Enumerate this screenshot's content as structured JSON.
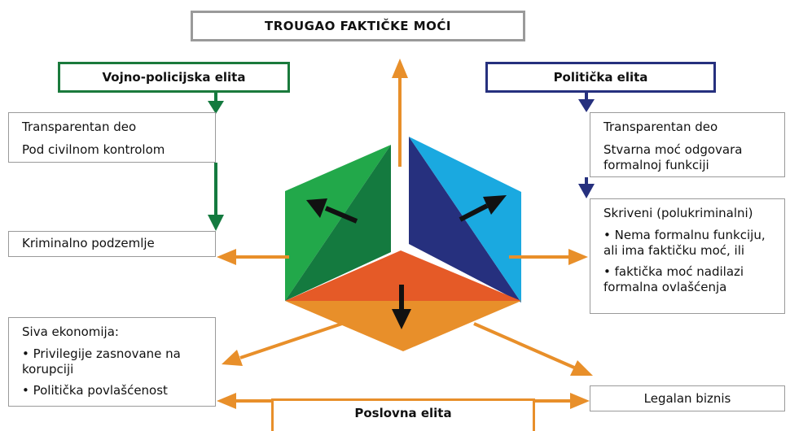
{
  "title": "TROUGAO FAKTIČKE MOĆI",
  "elites": {
    "military": "Vojno-policijska elita",
    "political": "Politička elita",
    "business": "Poslovna elita"
  },
  "left": {
    "transparent_title": "Transparentan deo",
    "transparent_desc": "Pod civilnom kontrolom",
    "underworld": "Kriminalno podzemlje",
    "gray_title": "Siva ekonomija:",
    "gray_item1": "• Privilegije zasnovane na korupciji",
    "gray_item2": "• Politička povlašćenost"
  },
  "right": {
    "transparent_title": "Transparentan deo",
    "transparent_desc": "Stvarna moć odgovara formalnoj funkciji",
    "hidden_title": "Skriveni (polukriminalni)",
    "hidden_item1": "• Nema formalnu funkciju, ali ima faktičku moć, ili",
    "hidden_item2": "• faktička moć nadilazi formalna ovlašćenja",
    "legal": "Legalan biznis"
  },
  "colors": {
    "green_dark": "#147a3f",
    "green_light": "#22a84a",
    "navy": "#26307e",
    "cyan": "#1aa9e0",
    "orange_red": "#e55a27",
    "orange": "#e88f2a",
    "box_border": "#9a9a9a"
  }
}
